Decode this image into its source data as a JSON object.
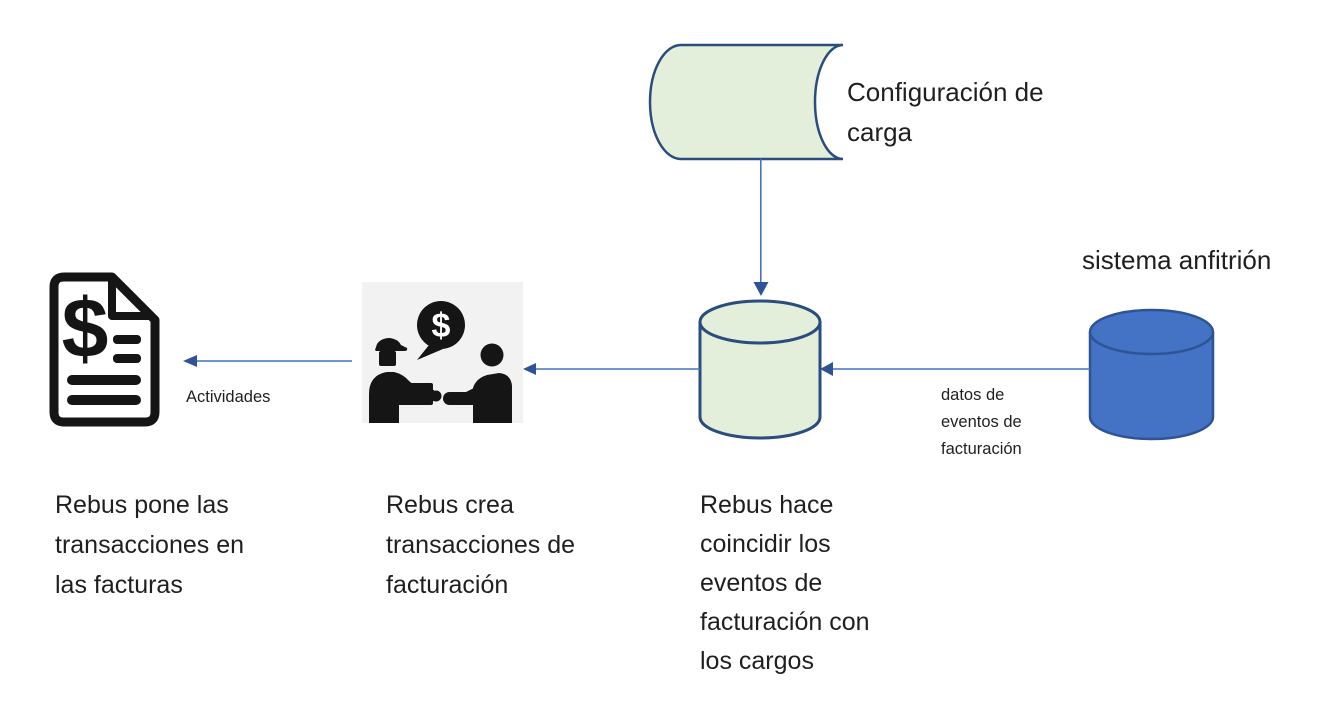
{
  "colors": {
    "shape_fill_green": "#e3efda",
    "shape_stroke_dark_blue": "#2b4d7e",
    "cylinder_fill_blue": "#4472c4",
    "cylinder_stroke_blue": "#2f5496",
    "connector_blue": "#4472c4",
    "arrowhead_blue": "#2f5496",
    "icon_black": "#151515",
    "image_background_gray": "#f2f2f2",
    "text_color": "#1f1f1f"
  },
  "nodes": {
    "load_config": {
      "label": "Configuración de\ncarga"
    },
    "host_system": {
      "label": "sistema anfitrión"
    },
    "matching_db": {
      "caption": "Rebus hace\ncoincidir los\neventos de\nfacturación con\nlos cargos"
    },
    "billing_people": {
      "caption": "Rebus crea\ntransacciones de\nfacturación"
    },
    "invoice_doc": {
      "caption": "Rebus pone las\ntransacciones en\nlas facturas"
    }
  },
  "connectors": {
    "activities_label": "Actividades",
    "billing_events_label": "datos de\neventos de\nfacturación"
  },
  "icons": {
    "dollar_sign": "$"
  }
}
